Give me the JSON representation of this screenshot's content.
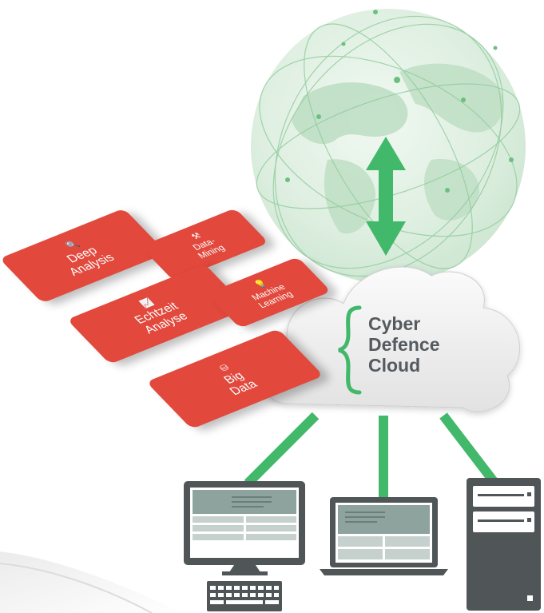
{
  "cloud": {
    "lines": [
      "Cyber",
      "Defence",
      "Cloud"
    ],
    "accent_color": "#41b86a"
  },
  "cards": [
    {
      "id": "deep-analysis",
      "label": "Deep\nAnalysis",
      "icon": "magnifier-icon"
    },
    {
      "id": "data-mining",
      "label": "Data-\nMining",
      "icon": "pickaxe-icon"
    },
    {
      "id": "echtzeit-analyse",
      "label": "Echtzeit\nAnalyse",
      "icon": "chart-icon"
    },
    {
      "id": "machine-learning",
      "label": "Machine\nLearning",
      "icon": "lightbulb-icon"
    },
    {
      "id": "big-data",
      "label": "Big\nData",
      "icon": "database-icon"
    }
  ],
  "colors": {
    "card": "#e2483c",
    "connector": "#41b86a",
    "device": "#505558",
    "screen": "#8fa39e"
  },
  "devices": [
    "desktop-computer-icon",
    "laptop-icon",
    "server-tower-icon"
  ]
}
